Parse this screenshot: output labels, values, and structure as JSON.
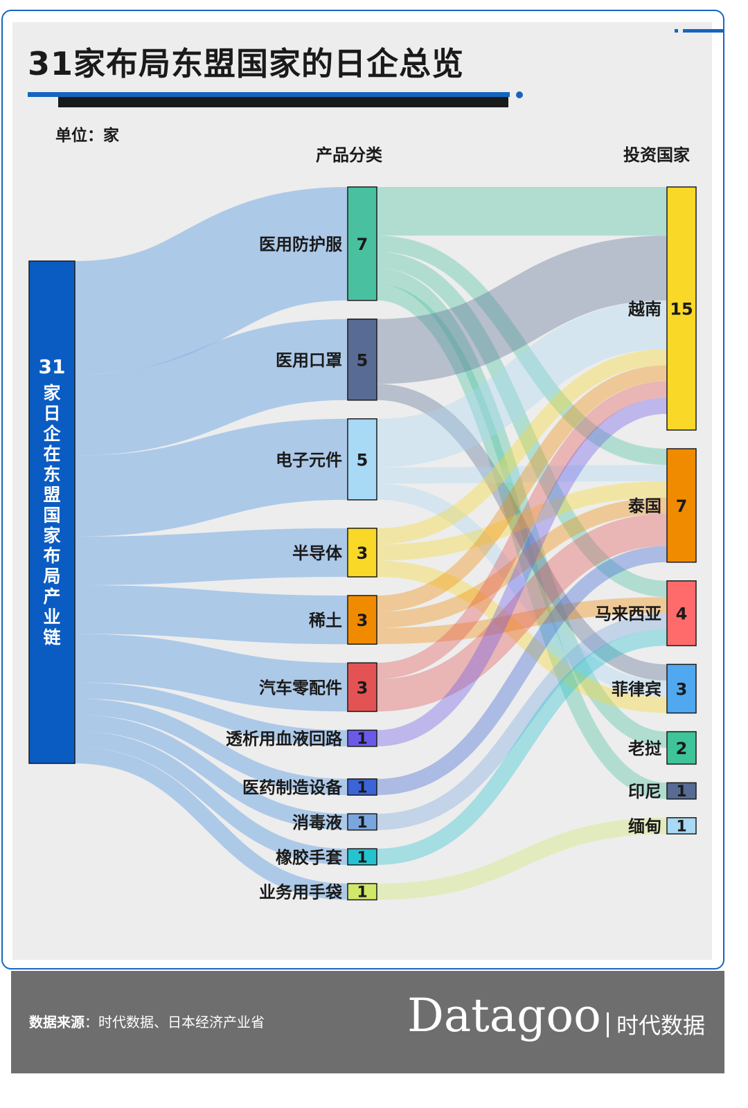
{
  "title": "31家布局东盟国家的日企总览",
  "unit": "单位：家",
  "column_headers": {
    "products": "产品分类",
    "countries": "投资国家"
  },
  "footer": {
    "source_label": "数据来源",
    "source_text": "：时代数据、日本经济产业省",
    "brand": "Datagoo",
    "brand_cn": "时代数据"
  },
  "colors": {
    "accent": "#1565c0",
    "source_node": "#0b5cc2",
    "link_from_source": "#8fb8e6"
  },
  "chart_data": {
    "type": "sankey",
    "source_node": {
      "label_top": "31",
      "label": "家日企在东盟国家布局产业链",
      "value": 31
    },
    "products": [
      {
        "name": "医用防护服",
        "value": 7,
        "color": "#49c1a0"
      },
      {
        "name": "医用口罩",
        "value": 5,
        "color": "#586b94"
      },
      {
        "name": "电子元件",
        "value": 5,
        "color": "#a8d9f5"
      },
      {
        "name": "半导体",
        "value": 3,
        "color": "#fad827"
      },
      {
        "name": "稀土",
        "value": 3,
        "color": "#f08b00"
      },
      {
        "name": "汽车零配件",
        "value": 3,
        "color": "#e35353"
      },
      {
        "name": "透析用血液回路",
        "value": 1,
        "color": "#6a5ae8"
      },
      {
        "name": "医药制造设备",
        "value": 1,
        "color": "#3b64d6"
      },
      {
        "name": "消毒液",
        "value": 1,
        "color": "#7aa6e0"
      },
      {
        "name": "橡胶手套",
        "value": 1,
        "color": "#25c3cf"
      },
      {
        "name": "业务用手袋",
        "value": 1,
        "color": "#cfe86a"
      }
    ],
    "countries": [
      {
        "name": "越南",
        "value": 15,
        "color": "#fad827"
      },
      {
        "name": "泰国",
        "value": 7,
        "color": "#f08b00"
      },
      {
        "name": "马来西亚",
        "value": 4,
        "color": "#ff6b6b"
      },
      {
        "name": "菲律宾",
        "value": 3,
        "color": "#50a8f0"
      },
      {
        "name": "老挝",
        "value": 2,
        "color": "#3fc49a"
      },
      {
        "name": "印尼",
        "value": 1,
        "color": "#586b94"
      },
      {
        "name": "缅甸",
        "value": 1,
        "color": "#a8d9f5"
      }
    ],
    "flows": [
      [
        "医用防护服",
        "越南",
        3
      ],
      [
        "医用防护服",
        "泰国",
        1
      ],
      [
        "医用防护服",
        "马来西亚",
        1
      ],
      [
        "医用防护服",
        "老挝",
        1
      ],
      [
        "医用防护服",
        "印尼",
        1
      ],
      [
        "医用口罩",
        "越南",
        4
      ],
      [
        "医用口罩",
        "菲律宾",
        1
      ],
      [
        "电子元件",
        "越南",
        3
      ],
      [
        "电子元件",
        "泰国",
        1
      ],
      [
        "电子元件",
        "菲律宾",
        1
      ],
      [
        "半导体",
        "越南",
        1
      ],
      [
        "半导体",
        "泰国",
        1
      ],
      [
        "半导体",
        "菲律宾",
        1
      ],
      [
        "稀土",
        "越南",
        1
      ],
      [
        "稀土",
        "泰国",
        1
      ],
      [
        "稀土",
        "马来西亚",
        1
      ],
      [
        "汽车零配件",
        "越南",
        1
      ],
      [
        "汽车零配件",
        "泰国",
        2
      ],
      [
        "透析用血液回路",
        "越南",
        1
      ],
      [
        "医药制造设备",
        "泰国",
        1
      ],
      [
        "消毒液",
        "马来西亚",
        1
      ],
      [
        "橡胶手套",
        "马来西亚",
        1
      ],
      [
        "业务用手袋",
        "缅甸",
        1
      ]
    ]
  }
}
